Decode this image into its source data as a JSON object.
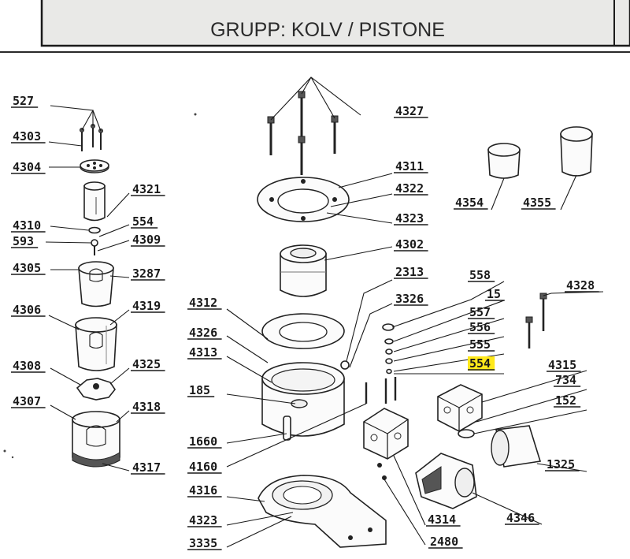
{
  "title": "GRUPP: KOLV / PISTONE",
  "highlight_color": "#ffe81a",
  "labels": [
    {
      "id": "527",
      "text": "527"
    },
    {
      "id": "4303",
      "text": "4303"
    },
    {
      "id": "4304",
      "text": "4304"
    },
    {
      "id": "4321",
      "text": "4321"
    },
    {
      "id": "4310",
      "text": "4310"
    },
    {
      "id": "554a",
      "text": "554"
    },
    {
      "id": "593",
      "text": "593"
    },
    {
      "id": "4309",
      "text": "4309"
    },
    {
      "id": "4305",
      "text": "4305"
    },
    {
      "id": "3287",
      "text": "3287"
    },
    {
      "id": "4306",
      "text": "4306"
    },
    {
      "id": "4319",
      "text": "4319"
    },
    {
      "id": "4308",
      "text": "4308"
    },
    {
      "id": "4325",
      "text": "4325"
    },
    {
      "id": "4307",
      "text": "4307"
    },
    {
      "id": "4318",
      "text": "4318"
    },
    {
      "id": "4317",
      "text": "4317"
    },
    {
      "id": "4327",
      "text": "4327"
    },
    {
      "id": "4311",
      "text": "4311"
    },
    {
      "id": "4322",
      "text": "4322"
    },
    {
      "id": "4323a",
      "text": "4323"
    },
    {
      "id": "4302",
      "text": "4302"
    },
    {
      "id": "2313",
      "text": "2313"
    },
    {
      "id": "3326",
      "text": "3326"
    },
    {
      "id": "4312",
      "text": "4312"
    },
    {
      "id": "4326",
      "text": "4326"
    },
    {
      "id": "4313",
      "text": "4313"
    },
    {
      "id": "185",
      "text": "185"
    },
    {
      "id": "1660",
      "text": "1660"
    },
    {
      "id": "4160",
      "text": "4160"
    },
    {
      "id": "4316",
      "text": "4316"
    },
    {
      "id": "4323b",
      "text": "4323"
    },
    {
      "id": "3335",
      "text": "3335"
    },
    {
      "id": "4354",
      "text": "4354"
    },
    {
      "id": "4355",
      "text": "4355"
    },
    {
      "id": "558",
      "text": "558"
    },
    {
      "id": "15",
      "text": "15"
    },
    {
      "id": "557",
      "text": "557"
    },
    {
      "id": "556",
      "text": "556"
    },
    {
      "id": "555",
      "text": "555"
    },
    {
      "id": "554b",
      "text": "554",
      "highlight": true
    },
    {
      "id": "4328",
      "text": "4328"
    },
    {
      "id": "4315",
      "text": "4315"
    },
    {
      "id": "734",
      "text": "734"
    },
    {
      "id": "152",
      "text": "152"
    },
    {
      "id": "1325",
      "text": "1325"
    },
    {
      "id": "4314",
      "text": "4314"
    },
    {
      "id": "4346",
      "text": "4346"
    },
    {
      "id": "2480",
      "text": "2480"
    }
  ]
}
